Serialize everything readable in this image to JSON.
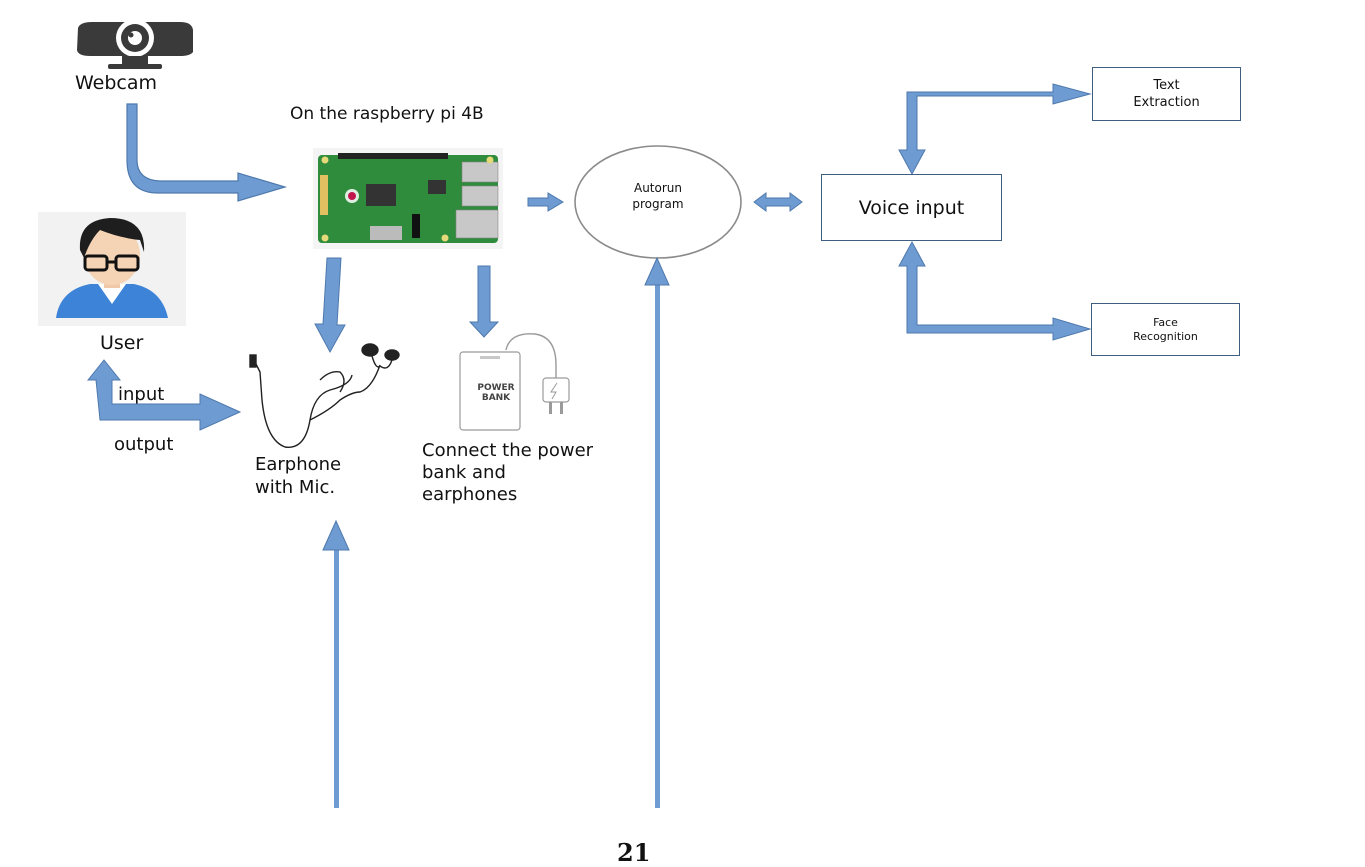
{
  "labels": {
    "webcam": "Webcam",
    "rpi_title": "On the raspberry pi 4B",
    "user": "User",
    "input": "input",
    "output": "output",
    "earphone": [
      "Earphone",
      "with Mic."
    ],
    "powerbank_caption": [
      "Connect the power",
      "bank and",
      "earphones"
    ],
    "powerbank_text": [
      "POWER",
      "BANK"
    ],
    "autorun": [
      "Autorun",
      "program"
    ],
    "voice_input": "Voice input",
    "text_extraction": [
      "Text",
      "Extraction"
    ],
    "face_recognition": [
      "Face",
      "Recognition"
    ],
    "page_number": "21"
  },
  "colors": {
    "arrow": "#6e9bd1",
    "arrow_stroke": "#4e79ad",
    "box_border": "#3f5f80",
    "circle_border": "#8a8a8a",
    "board_green": "#2f8c3c"
  },
  "icons": [
    "webcam-icon",
    "user-avatar-icon",
    "raspberry-pi-board-icon",
    "earphone-icon",
    "power-bank-icon",
    "charger-plug-icon"
  ]
}
